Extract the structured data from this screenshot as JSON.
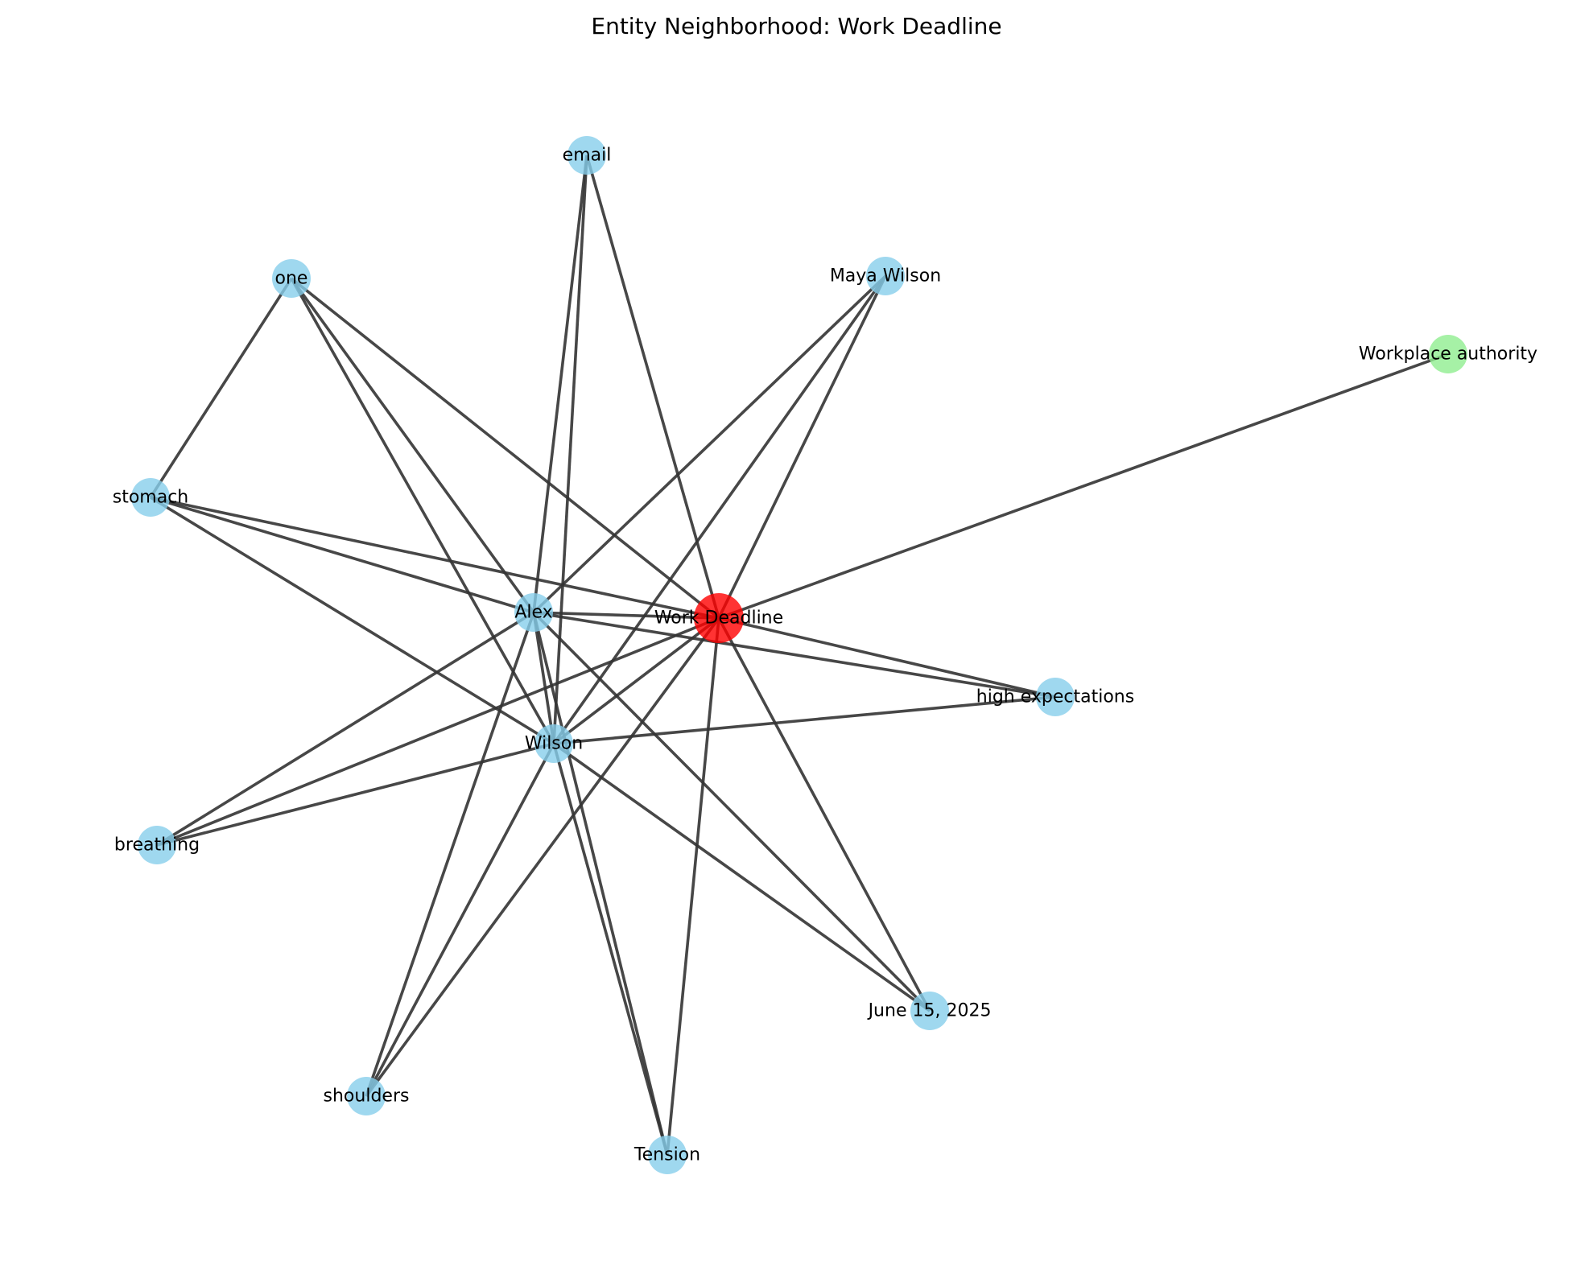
{
  "title": "Entity Neighborhood: Work Deadline",
  "colors": {
    "center": "#ff0000",
    "default": "#87ceeb",
    "category": "#90ee90",
    "edge": "#333333"
  },
  "nodes": [
    {
      "id": "work-deadline",
      "label": "Work Deadline",
      "kind": "center"
    },
    {
      "id": "alex",
      "label": "Alex",
      "kind": "default"
    },
    {
      "id": "wilson",
      "label": "Wilson",
      "kind": "default"
    },
    {
      "id": "email",
      "label": "email",
      "kind": "default"
    },
    {
      "id": "one",
      "label": "one",
      "kind": "default"
    },
    {
      "id": "maya-wilson",
      "label": "Maya Wilson",
      "kind": "default"
    },
    {
      "id": "workplace-authority",
      "label": "Workplace authority",
      "kind": "category"
    },
    {
      "id": "stomach",
      "label": "stomach",
      "kind": "default"
    },
    {
      "id": "high-expectations",
      "label": "high expectations",
      "kind": "default"
    },
    {
      "id": "breathing",
      "label": "breathing",
      "kind": "default"
    },
    {
      "id": "june-15-2025",
      "label": "June 15, 2025",
      "kind": "default"
    },
    {
      "id": "shoulders",
      "label": "shoulders",
      "kind": "default"
    },
    {
      "id": "tension",
      "label": "Tension",
      "kind": "default"
    }
  ],
  "edges": [
    [
      "work-deadline",
      "alex"
    ],
    [
      "work-deadline",
      "wilson"
    ],
    [
      "work-deadline",
      "email"
    ],
    [
      "work-deadline",
      "one"
    ],
    [
      "work-deadline",
      "maya-wilson"
    ],
    [
      "work-deadline",
      "workplace-authority"
    ],
    [
      "work-deadline",
      "stomach"
    ],
    [
      "work-deadline",
      "high-expectations"
    ],
    [
      "work-deadline",
      "breathing"
    ],
    [
      "work-deadline",
      "june-15-2025"
    ],
    [
      "work-deadline",
      "shoulders"
    ],
    [
      "work-deadline",
      "tension"
    ],
    [
      "alex",
      "email"
    ],
    [
      "alex",
      "one"
    ],
    [
      "alex",
      "maya-wilson"
    ],
    [
      "alex",
      "stomach"
    ],
    [
      "alex",
      "high-expectations"
    ],
    [
      "alex",
      "breathing"
    ],
    [
      "alex",
      "june-15-2025"
    ],
    [
      "alex",
      "shoulders"
    ],
    [
      "alex",
      "tension"
    ],
    [
      "alex",
      "wilson"
    ],
    [
      "wilson",
      "email"
    ],
    [
      "wilson",
      "one"
    ],
    [
      "wilson",
      "maya-wilson"
    ],
    [
      "wilson",
      "stomach"
    ],
    [
      "wilson",
      "high-expectations"
    ],
    [
      "wilson",
      "breathing"
    ],
    [
      "wilson",
      "june-15-2025"
    ],
    [
      "wilson",
      "shoulders"
    ],
    [
      "wilson",
      "tension"
    ],
    [
      "one",
      "stomach"
    ]
  ]
}
